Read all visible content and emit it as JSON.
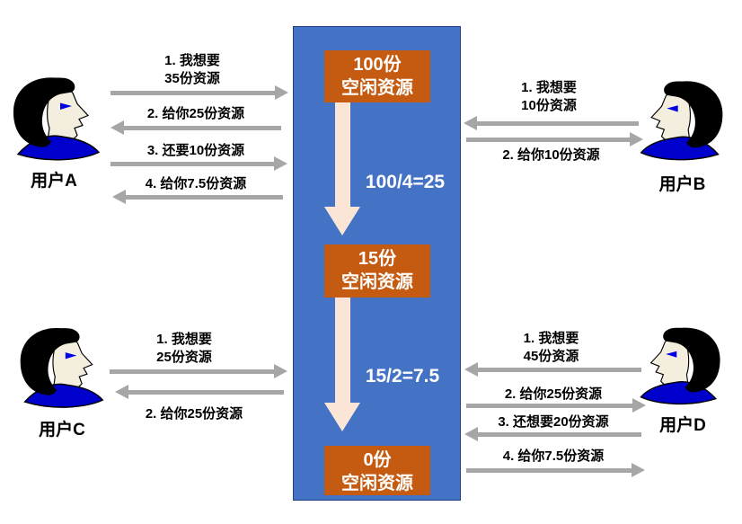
{
  "colors": {
    "panel_blue": "#4472C4",
    "panel_border": "#24427C",
    "stage_orange": "#C55A11",
    "flow_arrow": "#FBE5D6",
    "message_arrow": "#A6A6A6"
  },
  "center": {
    "stages": [
      {
        "line1": "100份",
        "line2": "空闲资源"
      },
      {
        "line1": "15份",
        "line2": "空闲资源"
      },
      {
        "line1": "0份",
        "line2": "空闲资源"
      }
    ],
    "transitions": [
      {
        "label": "100/4=25"
      },
      {
        "label": "15/2=7.5"
      }
    ]
  },
  "users": [
    {
      "name": "用户A",
      "messages": [
        {
          "line1": "1. 我想要",
          "line2": "35份资源",
          "direction": "to-center"
        },
        {
          "line1": "2. 给你25份资源",
          "direction": "to-user"
        },
        {
          "line1": "3. 还要10份资源",
          "direction": "to-center"
        },
        {
          "line1": "4. 给你7.5份资源",
          "direction": "to-user"
        }
      ]
    },
    {
      "name": "用户B",
      "messages": [
        {
          "line1": "1. 我想要",
          "line2": "10份资源",
          "direction": "to-center"
        },
        {
          "line1": "2. 给你10份资源",
          "direction": "to-user"
        }
      ]
    },
    {
      "name": "用户C",
      "messages": [
        {
          "line1": "1. 我想要",
          "line2": "25份资源",
          "direction": "to-center"
        },
        {
          "line1": "2. 给你25份资源",
          "direction": "to-user"
        }
      ]
    },
    {
      "name": "用户D",
      "messages": [
        {
          "line1": "1. 我想要",
          "line2": "45份资源",
          "direction": "to-center"
        },
        {
          "line1": "2. 给你25份资源",
          "direction": "to-user"
        },
        {
          "line1": "3. 还想要20份资源",
          "direction": "to-center"
        },
        {
          "line1": "4. 给你7.5份资源",
          "direction": "to-user"
        }
      ]
    }
  ]
}
